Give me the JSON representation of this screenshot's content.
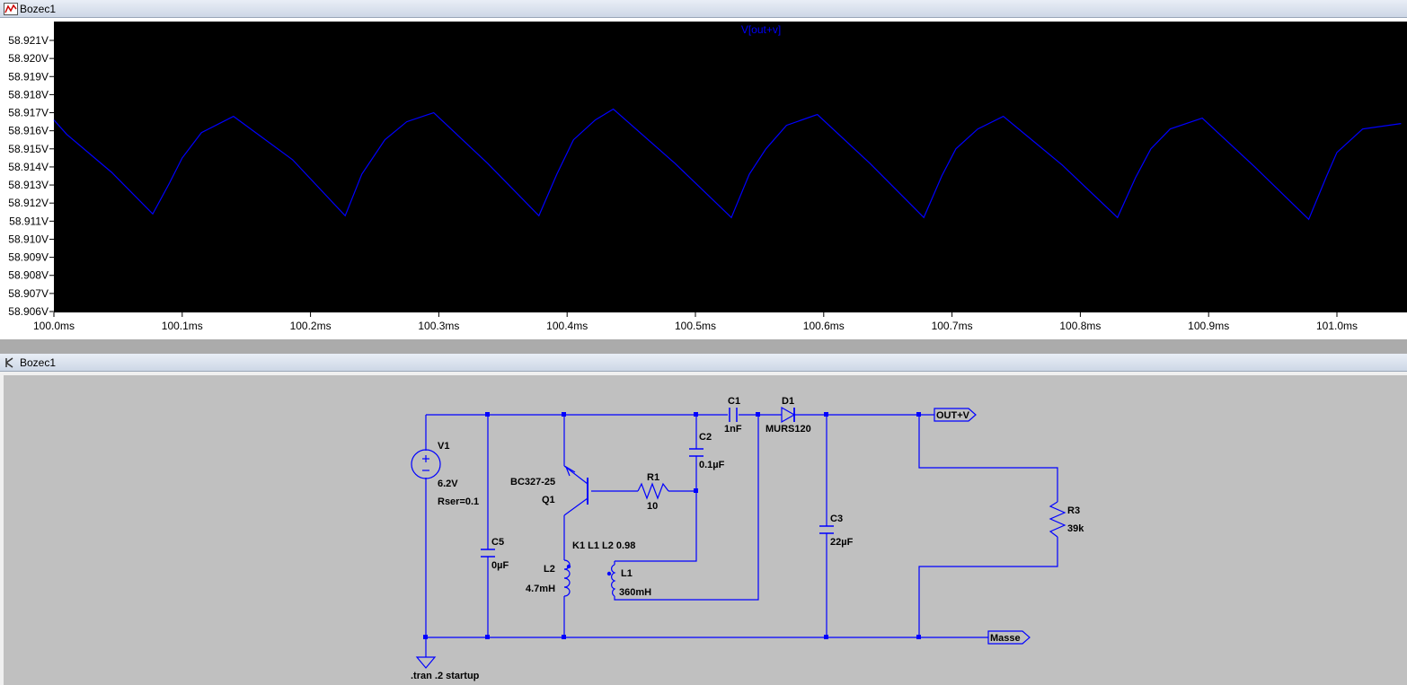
{
  "plot_window": {
    "title": "Bozec1",
    "icon": "waveform-icon",
    "trace_label": "V[out+v]",
    "trace_color": "#0000ff",
    "background": "#000000"
  },
  "schematic_window": {
    "title": "Bozec1",
    "icon": "schematic-icon",
    "wire_color": "#0000ff",
    "background": "#c0c0c0"
  },
  "chart_data": {
    "type": "line",
    "title": "",
    "series": [
      {
        "name": "V[out+v]",
        "x": [
          100.0,
          100.01,
          100.045,
          100.077,
          100.09,
          100.1,
          100.115,
          100.14,
          100.186,
          100.227,
          100.24,
          100.258,
          100.275,
          100.296,
          100.338,
          100.378,
          100.392,
          100.405,
          100.422,
          100.436,
          100.484,
          100.528,
          100.542,
          100.555,
          100.571,
          100.595,
          100.636,
          100.678,
          100.692,
          100.703,
          100.72,
          100.74,
          100.786,
          100.829,
          100.843,
          100.855,
          100.87,
          100.895,
          100.936,
          100.978,
          100.992,
          101.0,
          101.02,
          101.05
        ],
        "y": [
          58.9166,
          58.9158,
          58.9137,
          58.9114,
          58.9131,
          58.9145,
          58.9159,
          58.9168,
          58.9144,
          58.9113,
          58.9136,
          58.9155,
          58.9165,
          58.917,
          58.9142,
          58.9113,
          58.9136,
          58.9155,
          58.9166,
          58.9172,
          58.9142,
          58.9112,
          58.9136,
          58.915,
          58.9163,
          58.9169,
          58.9142,
          58.9112,
          58.9135,
          58.915,
          58.9161,
          58.9168,
          58.9141,
          58.9112,
          58.9134,
          58.915,
          58.9161,
          58.9167,
          58.914,
          58.9111,
          58.9135,
          58.9148,
          58.9161,
          58.9164
        ]
      }
    ],
    "y_ticks": [
      "58.921V",
      "58.920V",
      "58.919V",
      "58.918V",
      "58.917V",
      "58.916V",
      "58.915V",
      "58.914V",
      "58.913V",
      "58.912V",
      "58.911V",
      "58.910V",
      "58.909V",
      "58.908V",
      "58.907V",
      "58.906V"
    ],
    "x_ticks": [
      "100.0ms",
      "100.1ms",
      "100.2ms",
      "100.3ms",
      "100.4ms",
      "100.5ms",
      "100.6ms",
      "100.7ms",
      "100.8ms",
      "100.9ms",
      "101.0ms"
    ],
    "xlim": [
      100.0,
      101.0
    ],
    "ylim": [
      58.906,
      58.921
    ],
    "grid": false
  },
  "schematic": {
    "labels": {
      "v1_name": "V1",
      "v1_value": "6.2V",
      "v1_rser": "Rser=0.1",
      "c5_name": "C5",
      "c5_value": "0µF",
      "q1_model": "BC327-25",
      "q1_name": "Q1",
      "r1_name": "R1",
      "r1_value": "10",
      "c2_name": "C2",
      "c2_value": "0.1µF",
      "c1_name": "C1",
      "c1_value": "1nF",
      "d1_name": "D1",
      "d1_model": "MURS120",
      "c3_name": "C3",
      "c3_value": "22µF",
      "r3_name": "R3",
      "r3_value": "39k",
      "k1": "K1 L1 L2  0.98",
      "l2_name": "L2",
      "l2_value": "4.7mH",
      "l1_name": "L1",
      "l1_value": "360mH",
      "out_label": "OUT+V",
      "gnd_label": "Masse",
      "directive": ".tran .2 startup"
    }
  }
}
